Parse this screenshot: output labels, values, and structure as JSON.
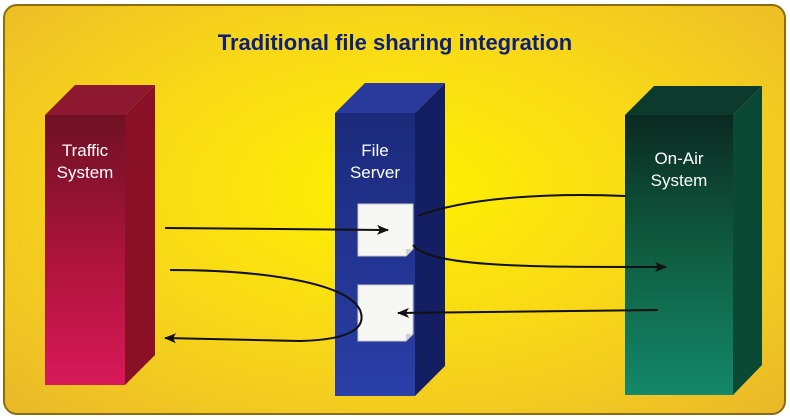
{
  "title": "Traditional file sharing integration",
  "nodes": {
    "traffic": {
      "line1": "Traffic",
      "line2": "System"
    },
    "file_server": {
      "line1": "File",
      "line2": "Server"
    },
    "on_air": {
      "line1": "On-Air",
      "line2": "System"
    }
  },
  "colors": {
    "traffic": "#b0143c",
    "file_server": "#1f2f8c",
    "on_air": "#0f6e4a",
    "background": "#f8dc12",
    "title": "#0c1f7a"
  }
}
